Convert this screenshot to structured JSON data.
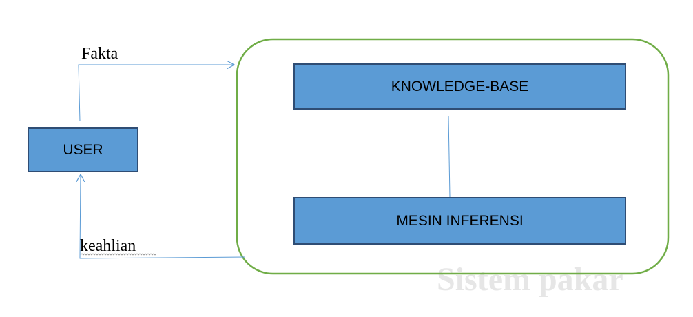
{
  "diagram": {
    "user_label": "USER",
    "knowledge_base_label": "KNOWLEDGE-BASE",
    "inference_engine_label": "MESIN INFERENSI",
    "input_label": "Fakta",
    "output_label": "keahlian",
    "watermark": "Sistem pakar"
  },
  "colors": {
    "box_fill": "#5b9bd5",
    "box_border": "#2f4d74",
    "container_border": "#70ad47",
    "connector": "#5b9bd5",
    "watermark": "#e6e6e6"
  }
}
